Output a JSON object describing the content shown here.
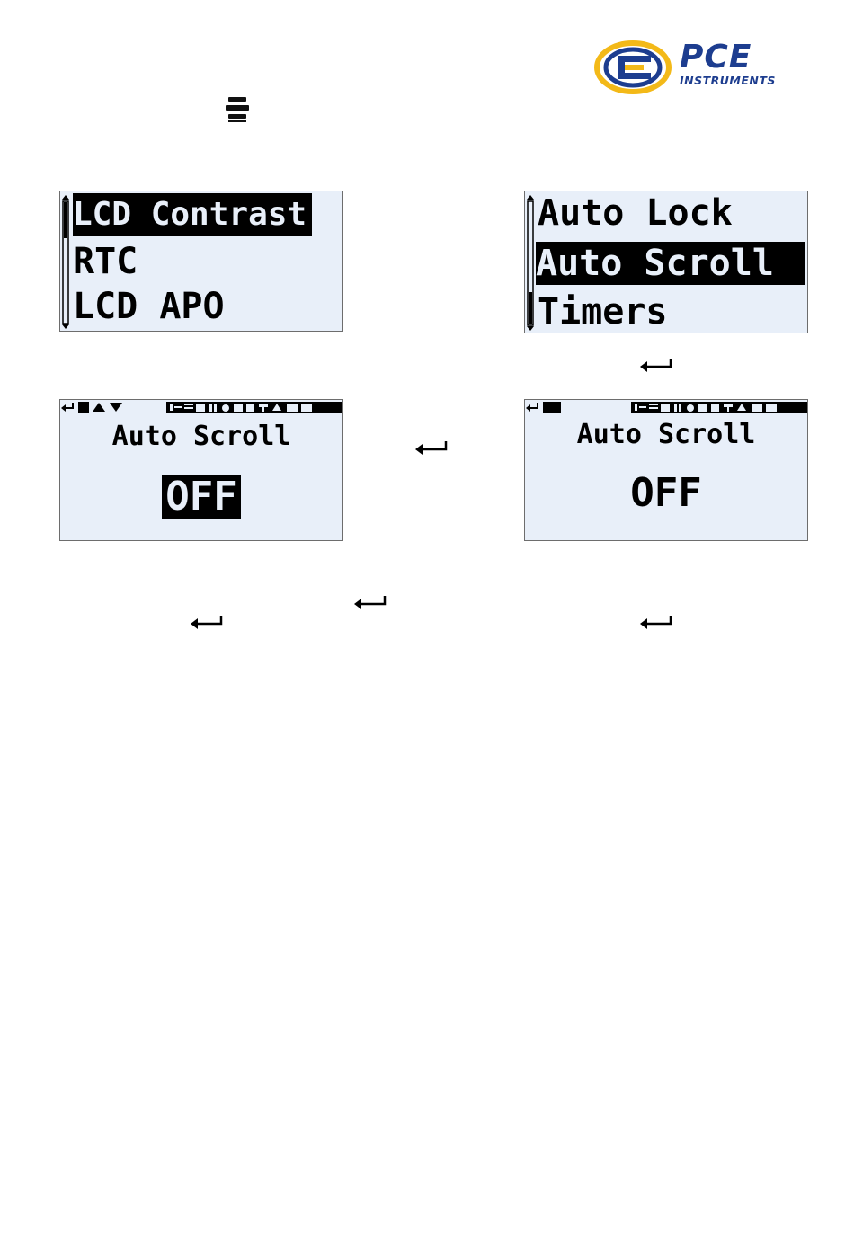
{
  "logo": {
    "brand": "PCE",
    "subtitle": "INSTRUMENTS",
    "colors": {
      "blue": "#1d3d8f",
      "yellow": "#f3b918"
    }
  },
  "menu_key_icon": "menu-key-icon",
  "screens": {
    "menu_left": {
      "items": [
        {
          "label": "LCD Contrast",
          "selected": true
        },
        {
          "label": "RTC",
          "selected": false
        },
        {
          "label": "LCD APO",
          "selected": false
        }
      ]
    },
    "menu_right": {
      "items": [
        {
          "label": "Auto Lock",
          "selected": false
        },
        {
          "label": "Auto Scroll",
          "selected": true
        },
        {
          "label": "Timers",
          "selected": false
        }
      ]
    },
    "edit_screen": {
      "title": "Auto Scroll",
      "value": "OFF",
      "value_selected": true
    },
    "result_screen": {
      "title": "Auto Scroll",
      "value": "OFF",
      "value_selected": false
    }
  },
  "enter_icon": "enter-key-icon",
  "colors": {
    "lcd_background": "#e8eff9",
    "lcd_foreground": "#000000"
  }
}
